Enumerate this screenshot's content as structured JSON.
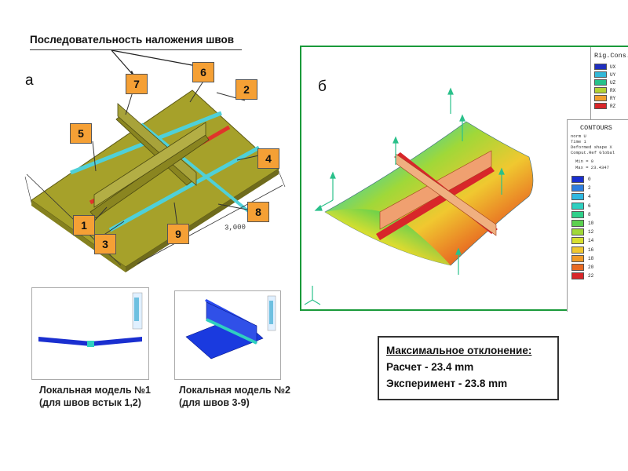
{
  "header": {
    "title": "Последовательность наложения швов"
  },
  "panel_a": {
    "letter": "а",
    "dimension": "3,000",
    "seam_numbers": [
      "1",
      "2",
      "3",
      "4",
      "5",
      "6",
      "7",
      "8",
      "9"
    ]
  },
  "panel_b": {
    "letter": "б",
    "legend_rig": {
      "title": "Rig.Cons.",
      "items": [
        {
          "label": "UX",
          "color": "#1f2fbf"
        },
        {
          "label": "UY",
          "color": "#33b8d8"
        },
        {
          "label": "UZ",
          "color": "#26c28a"
        },
        {
          "label": "RX",
          "color": "#b3d334"
        },
        {
          "label": "RY",
          "color": "#f0a030"
        },
        {
          "label": "RZ",
          "color": "#d8262a"
        }
      ]
    },
    "contours": {
      "title": "CONTOURS",
      "info": [
        "norm U",
        "Time 1",
        "Deformed shape X",
        "Comput.Ref Global"
      ],
      "min": "Min = 0",
      "max": "Max = 23.4347",
      "levels": [
        "0",
        "2",
        "4",
        "6",
        "8",
        "10",
        "12",
        "14",
        "16",
        "18",
        "20",
        "22"
      ],
      "colors": [
        "#1a2fd0",
        "#2e7ee0",
        "#2fb8e0",
        "#2fd0c0",
        "#2fd08a",
        "#5cd050",
        "#a0d838",
        "#d8e030",
        "#f0c830",
        "#f09a28",
        "#e86a22",
        "#d8262a"
      ]
    }
  },
  "local_models": [
    {
      "line1": "Локальная модель №1",
      "line2": "(для швов встык 1,2)"
    },
    {
      "line1": "Локальная модель №2",
      "line2": "(для швов 3-9)"
    }
  ],
  "result": {
    "header": "Максимальное отклонение:",
    "calc": "Расчет - 23.4 mm",
    "exp": "Эксперимент - 23.8 mm"
  },
  "colors": {
    "plate": "#a6a12a",
    "weld_cyan": "#4fd0d8",
    "weld_red": "#e0342a",
    "callout": "#f5a035"
  }
}
